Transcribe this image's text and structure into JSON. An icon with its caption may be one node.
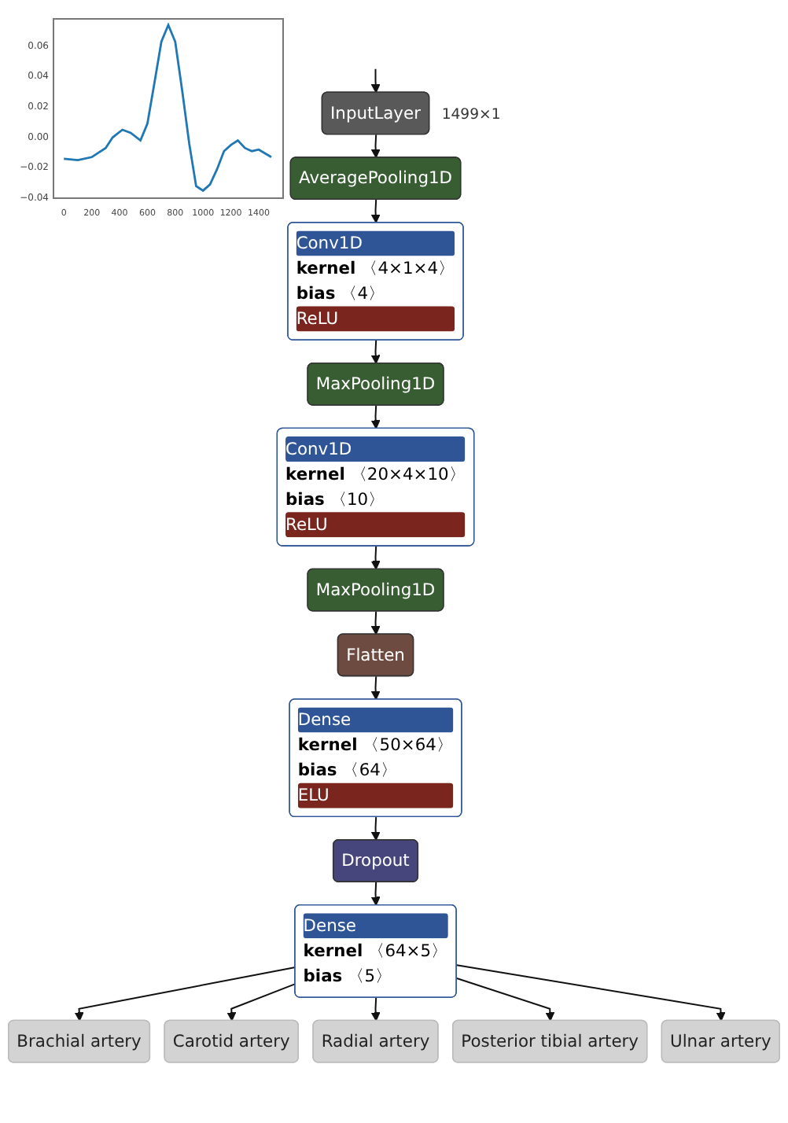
{
  "diagram": {
    "nodes": [
      {
        "text": [
          "InputLayer"
        ],
        "beside": [
          "1499×1"
        ]
      },
      {
        "text": [
          "AveragePooling1D"
        ]
      },
      {
        "text": [
          "Conv1D",
          "**kernel** 〈4×1×4〉 **bias** 〈4〉",
          "ReLU"
        ]
      },
      {
        "text": [
          "MaxPooling1D"
        ]
      },
      {
        "text": [
          "Conv1D",
          "**kernel** 〈20×4×10〉 **bias** 〈10〉",
          "ReLU"
        ]
      },
      {
        "text": [
          "MaxPooling1D"
        ]
      },
      {
        "text": [
          "Flatten"
        ]
      },
      {
        "text": [
          "Dense",
          "**kernel** 〈50×64〉 **bias** 〈64〉",
          "ELU"
        ]
      },
      {
        "text": [
          "Dropout"
        ]
      },
      {
        "text": [
          "Dense",
          "**kernel** 〈64×5〉 **bias** 〈5〉"
        ]
      },
      {
        "text": [
          "Brachial artery"
        ]
      },
      {
        "text": [
          "Carotid artery"
        ]
      },
      {
        "text": [
          "Radial artery"
        ]
      },
      {
        "text": [
          "Posterior tibial artery"
        ]
      },
      {
        "text": [
          "Ulnar artery"
        ]
      }
    ],
    "edges": [
      {
        "from": null,
        "to": 0,
        "arrow": "to"
      },
      {
        "from": 0,
        "to": 1,
        "arrow": "to"
      },
      {
        "from": 1,
        "to": 2,
        "arrow": "to"
      },
      {
        "from": 2,
        "to": 3,
        "arrow": "to"
      },
      {
        "from": 3,
        "to": 4,
        "arrow": "to"
      },
      {
        "from": 4,
        "to": 5,
        "arrow": "to"
      },
      {
        "from": 5,
        "to": 6,
        "arrow": "to"
      },
      {
        "from": 6,
        "to": 7,
        "arrow": "to"
      },
      {
        "from": 7,
        "to": 8,
        "arrow": "to"
      },
      {
        "from": 8,
        "to": 9,
        "arrow": "to"
      },
      {
        "from": 9,
        "to": 10,
        "arrow": "to"
      },
      {
        "from": 9,
        "to": 11,
        "arrow": "to"
      },
      {
        "from": 9,
        "to": 12,
        "arrow": "to"
      },
      {
        "from": 9,
        "to": 13,
        "arrow": "to"
      },
      {
        "from": 9,
        "to": 14,
        "arrow": "to"
      }
    ],
    "chart_data": {
      "type": "line",
      "x": [
        0,
        100,
        200,
        300,
        350,
        420,
        480,
        550,
        600,
        650,
        700,
        750,
        800,
        850,
        900,
        950,
        1000,
        1050,
        1100,
        1150,
        1200,
        1250,
        1300,
        1350,
        1400,
        1490
      ],
      "series": [
        {
          "color": "#1f77b4",
          "values": [
            -0.015,
            -0.016,
            -0.014,
            -0.008,
            -0.001,
            0.004,
            0.002,
            -0.003,
            0.008,
            0.035,
            0.062,
            0.073,
            0.062,
            0.03,
            -0.005,
            -0.033,
            -0.036,
            -0.032,
            -0.022,
            -0.01,
            -0.006,
            -0.003,
            -0.008,
            -0.01,
            -0.009,
            -0.014
          ]
        }
      ],
      "xlim": [
        -75,
        1575
      ],
      "ylim": [
        -0.041,
        0.077
      ],
      "xticks": [
        0,
        200,
        400,
        600,
        800,
        1000,
        1200,
        1400
      ],
      "yticks": [
        {
          "value": -0.04,
          "label": "−0.04"
        },
        {
          "value": -0.02,
          "label": "−0.02"
        },
        {
          "value": 0,
          "label": "0.00"
        },
        {
          "value": 0.02,
          "label": "0.02"
        },
        {
          "value": 0.04,
          "label": "0.04"
        },
        {
          "value": 0.06,
          "label": "0.06"
        }
      ]
    }
  }
}
